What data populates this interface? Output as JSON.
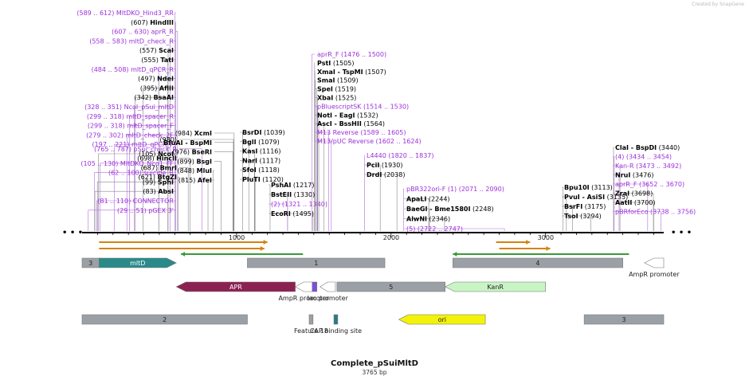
{
  "watermark": "Created by SnapGene",
  "title": "Complete_pSuiMltD",
  "subtitle": "3765 bp",
  "sites_left": [
    {
      "text": "(589 .. 612)  MltDKO_Hind3_RR",
      "purple": true,
      "bp": 600
    },
    {
      "text": "(607)  HindIII",
      "bold": "HindIII",
      "bp": 607
    },
    {
      "text": "(607 .. 630)  aprR_R",
      "purple": true,
      "bp": 618
    },
    {
      "text": "(558 .. 583)  mltD_check_R",
      "purple": true,
      "bp": 570
    },
    {
      "text": "(557)  ScaI",
      "bold": "ScaI",
      "bp": 557
    },
    {
      "text": "(555)  TatI",
      "bold": "TatI",
      "bp": 555
    },
    {
      "text": "(484 .. 508)  mltD_qPCR_R",
      "purple": true,
      "bp": 496
    },
    {
      "text": "(497)  NdeI",
      "bold": "NdeI",
      "bp": 497
    },
    {
      "text": "(395)  AflII",
      "bold": "AflII",
      "bp": 395
    },
    {
      "text": "(342)  BsaAI",
      "bold": "BsaAI",
      "bp": 342
    },
    {
      "text": "(328 .. 351)  NcoI_pSui_mltD",
      "purple": true,
      "bp": 339
    },
    {
      "text": "(299 .. 318)  mltD_spacer_R",
      "purple": true,
      "bp": 308
    },
    {
      "text": "(299 .. 318)  mltD_spacer_F",
      "purple": true,
      "bp": 308
    },
    {
      "text": "(279 .. 302)  mltD_check_2F",
      "purple": true,
      "bp": 290
    },
    {
      "text": "(197 .. 221)  mltD_qPCR_F",
      "purple": true,
      "bp": 209
    },
    {
      "text": "(105)  NcoI",
      "bold": "NcoI",
      "bp": 105
    },
    {
      "text": "(105 .. 130)  MltDKO_Nco1_FF",
      "purple": true,
      "bp": 117
    },
    {
      "text": "(62 .. 100)  suicide_R",
      "purple": true,
      "bp": 81
    },
    {
      "text": "(99)  SphI",
      "bold": "SphI",
      "bp": 99
    },
    {
      "text": "(83)  AbsI",
      "bold": "AbsI",
      "bp": 83
    },
    {
      "text": "(81 .. 110)  CONNECTOR",
      "purple": true,
      "bp": 95
    },
    {
      "text": "(29 .. 51)  pGEX 3'",
      "purple": true,
      "bp": 40
    }
  ],
  "sites_mid": [
    {
      "text": "(980)",
      "bp": 980
    },
    {
      "text": "(765 .. 787)  pSui_check_R",
      "purple": true,
      "bp": 776
    },
    {
      "text": "(698)  HincII",
      "bold": "HincII",
      "bp": 698
    },
    {
      "text": "(687)  BmrI",
      "bold": "BmrI",
      "bp": 687
    },
    {
      "text": "(621)  BtgZI",
      "bold": "BtgZI",
      "bp": 621
    },
    {
      "text": "(984)  XcmI",
      "bold": "XcmI",
      "bp": 984
    },
    {
      "text": "BfuAI - BspMI",
      "bold": "BfuAI - BspMI",
      "bp": 980
    },
    {
      "text": "(976)  BseRI",
      "bold": "BseRI",
      "bp": 976
    },
    {
      "text": "(899)  BsgI",
      "bold": "BsgI",
      "bp": 899
    },
    {
      "text": "(848)  MluI",
      "bold": "MluI",
      "bp": 848
    },
    {
      "text": "(815)  AfeI",
      "bold": "AfeI",
      "bp": 815
    },
    {
      "text": "BsrDI  (1039)",
      "bold": "BsrDI",
      "bp": 1039
    },
    {
      "text": "BglI  (1079)",
      "bold": "BglI",
      "bp": 1079
    },
    {
      "text": "KasI  (1116)",
      "bold": "KasI",
      "bp": 1116
    },
    {
      "text": "NarI  (1117)",
      "bold": "NarI",
      "bp": 1117
    },
    {
      "text": "SfoI  (1118)",
      "bold": "SfoI",
      "bp": 1118
    },
    {
      "text": "PluTI  (1120)",
      "bold": "PluTI",
      "bp": 1120
    },
    {
      "text": "PshAI  (1217)",
      "bold": "PshAI",
      "bp": 1217
    },
    {
      "text": "BstEII  (1330)",
      "bold": "BstEII",
      "bp": 1330
    },
    {
      "text": "(2)  (1321 .. 1340)",
      "purple": true,
      "bp": 1330
    },
    {
      "text": "EcoRI  (1495)",
      "bold": "EcoRI",
      "bp": 1495
    }
  ],
  "sites_center": [
    {
      "text": "aprR_F  (1476 .. 1500)",
      "purple": true,
      "bp": 1488
    },
    {
      "text": "PstI  (1505)",
      "bold": "PstI",
      "bp": 1505
    },
    {
      "text": "XmaI - TspMI  (1507)",
      "bold": "XmaI - TspMI",
      "bp": 1507
    },
    {
      "text": "SmaI  (1509)",
      "bold": "SmaI",
      "bp": 1509
    },
    {
      "text": "SpeI  (1519)",
      "bold": "SpeI",
      "bp": 1519
    },
    {
      "text": "XbaI  (1525)",
      "bold": "XbaI",
      "bp": 1525
    },
    {
      "text": "pBluescriptSK  (1514 .. 1530)",
      "purple": true,
      "bp": 1522
    },
    {
      "text": "NotI - EagI  (1532)",
      "bold": "NotI - EagI",
      "bp": 1532
    },
    {
      "text": "AscI - BssHII  (1564)",
      "bold": "AscI - BssHII",
      "bp": 1564
    },
    {
      "text": "M13 Reverse  (1589 .. 1605)",
      "purple": true,
      "bp": 1597
    },
    {
      "text": "M13/pUC Reverse  (1602 .. 1624)",
      "purple": true,
      "bp": 1613
    },
    {
      "text": "L4440  (1820 .. 1837)",
      "purple": true,
      "bp": 1828
    },
    {
      "text": "PciI  (1930)",
      "bold": "PciI",
      "bp": 1930
    },
    {
      "text": "DrdI  (2038)",
      "bold": "DrdI",
      "bp": 2038
    },
    {
      "text": "pBR322ori-F (1)  (2071 .. 2090)",
      "purple": true,
      "bp": 2080
    },
    {
      "text": "ApaLI  (2244)",
      "bold": "ApaLI",
      "bp": 2244
    },
    {
      "text": "BaeGI - Bme1580I  (2248)",
      "bold": "BaeGI - Bme1580I",
      "bp": 2248
    },
    {
      "text": "AlwNI  (2346)",
      "bold": "AlwNI",
      "bp": 2346
    },
    {
      "text": "(5)  (2722 .. 2747)",
      "purple": true,
      "bp": 2734
    }
  ],
  "sites_right": [
    {
      "text": "Bpu10I  (3113)",
      "bold": "Bpu10I",
      "bp": 3113
    },
    {
      "text": "PvuI - AsiSI  (3135)",
      "bold": "PvuI - AsiSI",
      "bp": 3135
    },
    {
      "text": "BsrFI  (3175)",
      "bold": "BsrFI",
      "bp": 3175
    },
    {
      "text": "TsoI  (3294)",
      "bold": "TsoI",
      "bp": 3294
    },
    {
      "text": "ClaI - BspDI  (3440)",
      "bold": "ClaI - BspDI",
      "bp": 3440
    },
    {
      "text": "(4)  (3434 .. 3454)",
      "purple": true,
      "bp": 3444
    },
    {
      "text": "Kan-R  (3473 .. 3492)",
      "purple": true,
      "bp": 3482
    },
    {
      "text": "NruI  (3476)",
      "bold": "NruI",
      "bp": 3476
    },
    {
      "text": "aprR_F  (3652 .. 3670)",
      "purple": true,
      "bp": 3661
    },
    {
      "text": "ZraI  (3698)",
      "bold": "ZraI",
      "bp": 3698
    },
    {
      "text": "AatII  (3700)",
      "bold": "AatII",
      "bp": 3700
    },
    {
      "text": "pBRforEco  (3738 .. 3756)",
      "purple": true,
      "bp": 3747
    }
  ],
  "ruler": {
    "ticks": [
      "1000",
      "2000",
      "3000"
    ]
  },
  "features": [
    {
      "name": "3",
      "color": "#9aa0a6",
      "text": "#222",
      "bp": [
        0,
        110
      ],
      "row": 0,
      "shape": "box"
    },
    {
      "name": "mltD",
      "color": "#2a8a8a",
      "text": "#fff",
      "bp": [
        110,
        610
      ],
      "row": 0,
      "shape": "right"
    },
    {
      "name": "1",
      "color": "#9aa0a6",
      "text": "#222",
      "bp": [
        1070,
        1960
      ],
      "row": 0,
      "shape": "box"
    },
    {
      "name": "4",
      "color": "#9aa0a6",
      "text": "#222",
      "bp": [
        2400,
        3500
      ],
      "row": 0,
      "shape": "box"
    },
    {
      "name": "AmpR promoter",
      "color": "#ffffff",
      "text": "#222",
      "bp": [
        3640,
        3765
      ],
      "row": 0,
      "shape": "left",
      "label_below": true
    },
    {
      "name": "APR",
      "color": "#8b2252",
      "text": "#fff",
      "bp": [
        610,
        1380
      ],
      "row": 1,
      "shape": "left"
    },
    {
      "name": "AmpR promoter",
      "color": "#ffffff",
      "text": "#222",
      "bp": [
        1380,
        1490
      ],
      "row": 1,
      "shape": "left",
      "label_below": true
    },
    {
      "name": "",
      "color": "#7b4fd9",
      "text": "#222",
      "bp": [
        1490,
        1520
      ],
      "row": 1,
      "shape": "box"
    },
    {
      "name": "lac promoter",
      "color": "#ffffff",
      "text": "#222",
      "bp": [
        1540,
        1640
      ],
      "row": 1,
      "shape": "left",
      "label_below": true
    },
    {
      "name": "5",
      "color": "#9aa0a6",
      "text": "#222",
      "bp": [
        1650,
        2350
      ],
      "row": 1,
      "shape": "box"
    },
    {
      "name": "KanR",
      "color": "#c9f5c4",
      "text": "#222",
      "bp": [
        2350,
        3000
      ],
      "row": 1,
      "shape": "left"
    },
    {
      "name": "2",
      "color": "#9aa0a6",
      "text": "#222",
      "bp": [
        0,
        1070
      ],
      "row": 2,
      "shape": "box"
    },
    {
      "name": "Feature 18",
      "color": "#9aa0a6",
      "text": "#222",
      "bp": [
        1470,
        1495
      ],
      "row": 2,
      "shape": "box",
      "label_below": true
    },
    {
      "name": "CAP binding site",
      "color": "#2a7a8a",
      "text": "#222",
      "bp": [
        1630,
        1655
      ],
      "row": 2,
      "shape": "box",
      "label_below": true
    },
    {
      "name": "ori",
      "color": "#f2f20a",
      "text": "#222",
      "bp": [
        2050,
        2610
      ],
      "row": 2,
      "shape": "left"
    },
    {
      "name": "3",
      "color": "#9aa0a6",
      "text": "#222",
      "bp": [
        3250,
        3765
      ],
      "row": 2,
      "shape": "box"
    }
  ],
  "orfs": [
    {
      "bp": [
        110,
        1200
      ],
      "row": 0,
      "color": "#d4830f",
      "dir": "right"
    },
    {
      "bp": [
        110,
        1180
      ],
      "row": 1,
      "color": "#d4830f",
      "dir": "right"
    },
    {
      "bp": [
        640,
        1430
      ],
      "row": 2,
      "color": "#3a9a3a",
      "dir": "left"
    },
    {
      "bp": [
        2680,
        2900
      ],
      "row": 0,
      "color": "#d4830f",
      "dir": "right"
    },
    {
      "bp": [
        2700,
        3030
      ],
      "row": 1,
      "color": "#d4830f",
      "dir": "right"
    },
    {
      "bp": [
        2400,
        3540
      ],
      "row": 2,
      "color": "#3a9a3a",
      "dir": "left"
    }
  ]
}
